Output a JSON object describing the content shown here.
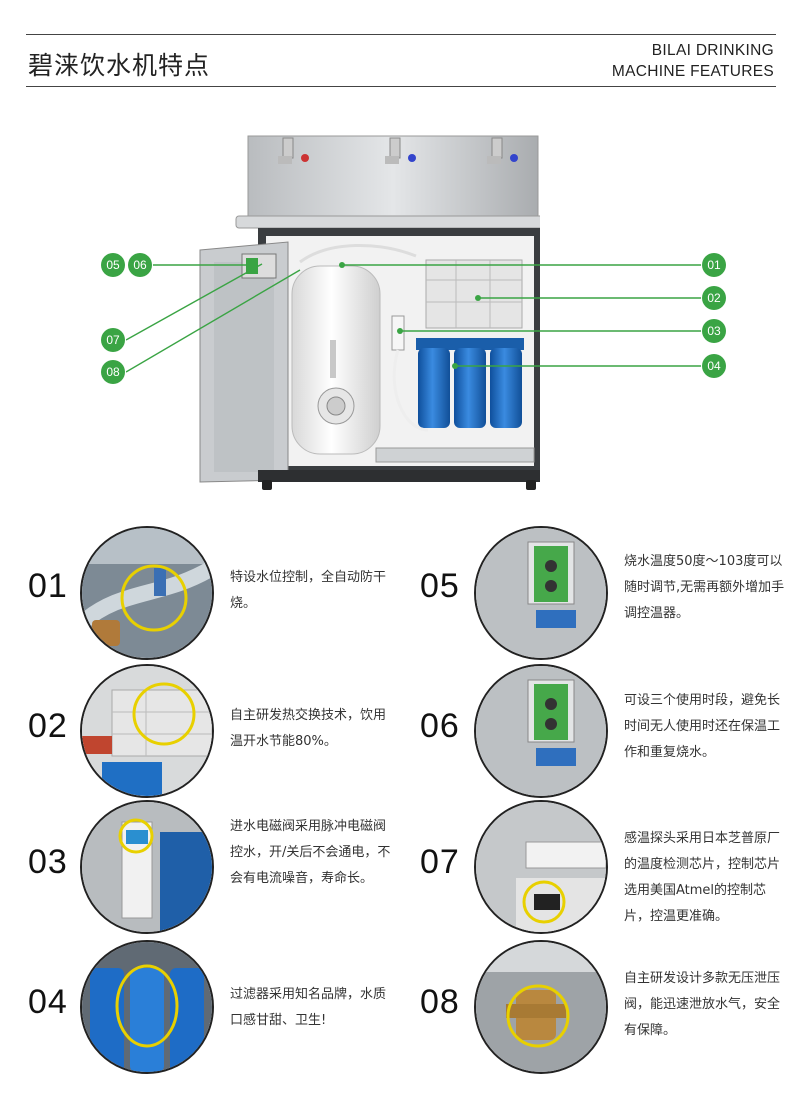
{
  "header": {
    "title_cn": "碧涞饮水机特点",
    "title_en_line1": "BILAI DRINKING",
    "title_en_line2": "MACHINE FEATURES"
  },
  "callouts": {
    "left": [
      "05",
      "06",
      "07",
      "08"
    ],
    "right": [
      "01",
      "02",
      "03",
      "04"
    ]
  },
  "features": [
    {
      "num": "01",
      "text": "特设水位控制，全自动防干烧。"
    },
    {
      "num": "02",
      "text": "自主研发热交换技术，饮用温开水节能80%。"
    },
    {
      "num": "03",
      "text": "进水电磁阀采用脉冲电磁阀控水，开/关后不会通电，不会有电流噪音，寿命长。"
    },
    {
      "num": "04",
      "text": "过滤器采用知名品牌，水质口感甘甜、卫生!"
    },
    {
      "num": "05",
      "text": "烧水温度50度～103度可以随时调节,无需再额外增加手调控温器。"
    },
    {
      "num": "06",
      "text": "可设三个使用时段，避免长时间无人使用时还在保温工作和重复烧水。"
    },
    {
      "num": "07",
      "text": "感温探头采用日本芝普原厂的温度检测芯片，控制芯片选用美国Atmel的控制芯片，控温更准确。"
    },
    {
      "num": "08",
      "text": "自主研发设计多款无压泄压阀，能迅速泄放水气，安全有保障。"
    }
  ],
  "colors": {
    "accent_green": "#3aa444",
    "filter_blue": "#1f6fc4",
    "highlight_yellow": "#e8d000"
  }
}
